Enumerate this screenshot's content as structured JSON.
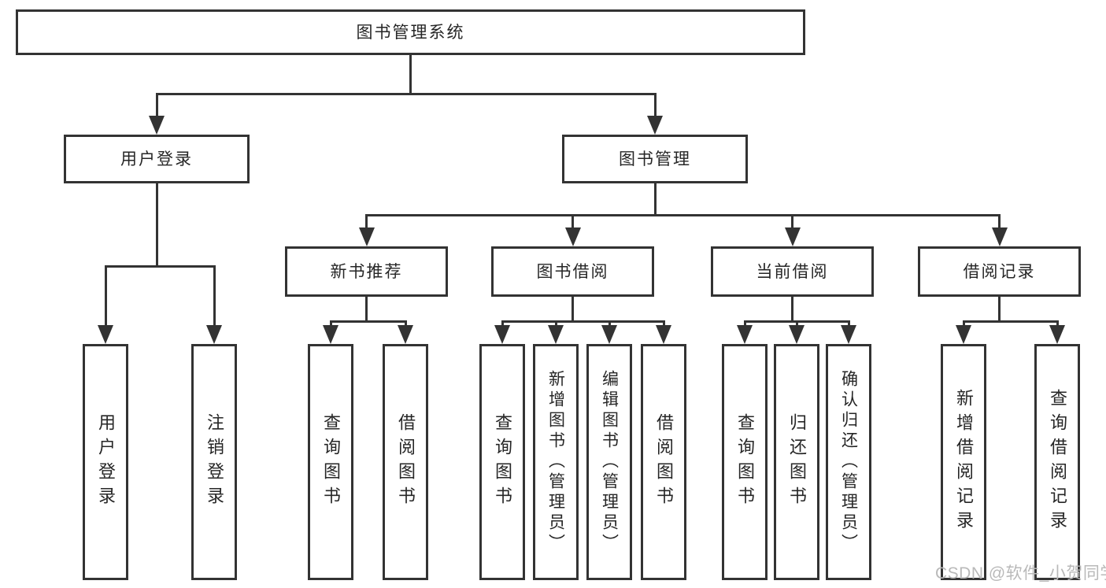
{
  "diagram": {
    "title": "图书管理系统",
    "root": "图书管理系统",
    "branches": [
      "用户登录",
      "图书管理"
    ],
    "sections": [
      "新书推荐",
      "图书借阅",
      "当前借阅",
      "借阅记录"
    ],
    "leaves": [
      "用户登录",
      "注销登录",
      "查询图书",
      "借阅图书",
      "查询图书",
      "新增图书（管理员）",
      "编辑图书（管理员）",
      "借阅图书",
      "查询图书",
      "归还图书",
      "确认归还（管理员）",
      "新增借阅记录",
      "查询借阅记录"
    ]
  },
  "watermark": "CSDN @软件_小贺同学",
  "colors": {
    "line": "#333333",
    "text": "#262626",
    "watermark": "#b9b9b9",
    "background": "#ffffff"
  }
}
